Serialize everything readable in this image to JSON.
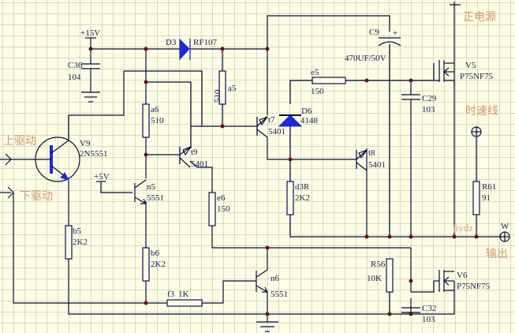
{
  "diagram": {
    "type": "electronic-schematic",
    "watermark": "jiydz",
    "colors": {
      "background": "#fdfde6",
      "grid": "#b8b8a0",
      "wire": "#0a0a40",
      "junction": "#6b1010",
      "diode_fill": "#1f2ad6",
      "chinese_label": "#d49a6a"
    },
    "power": {
      "v15": "+15V",
      "v5": "+5V"
    },
    "net_labels": {
      "pos_supply": "正电源",
      "speed_line": "时速线",
      "upper_drive": "上驱动",
      "lower_drive": "下驱动",
      "output": "输出",
      "output_pin": "W"
    },
    "components": {
      "c36": {
        "ref": "C36",
        "value": "104"
      },
      "d3": {
        "ref": "D3",
        "value": "RF107"
      },
      "a5": {
        "ref": "a5",
        "value": "510"
      },
      "c9": {
        "ref": "C9",
        "value": "470UF/50V",
        "polarity": "+"
      },
      "e5": {
        "ref": "e5",
        "value": "150"
      },
      "d6": {
        "ref": "D6",
        "value": "4148"
      },
      "v5": {
        "ref": "V5",
        "value": "P75NF75"
      },
      "c29": {
        "ref": "C29",
        "value": "103"
      },
      "a6": {
        "ref": "a6",
        "value": "510"
      },
      "t7": {
        "ref": "t7",
        "value": "5401"
      },
      "v9": {
        "ref": "V9",
        "value": "2N5551"
      },
      "t9": {
        "ref": "t9",
        "value": "5401"
      },
      "t8": {
        "ref": "t8",
        "value": "5401"
      },
      "n5": {
        "ref": "n5",
        "value": "5551"
      },
      "e6": {
        "ref": "e6",
        "value": "150"
      },
      "d3r": {
        "ref": "d3R",
        "value": "2K2"
      },
      "r61": {
        "ref": "R61",
        "value": "91"
      },
      "b5": {
        "ref": "b5",
        "value": "2K2"
      },
      "b6": {
        "ref": "b6",
        "value": "2K2"
      },
      "r56": {
        "ref": "R56",
        "value": "10K"
      },
      "v6": {
        "ref": "V6",
        "value": "P75NF75"
      },
      "n6": {
        "ref": "n6",
        "value": "5551"
      },
      "f3": {
        "ref": "f3",
        "value": "1K"
      },
      "c32": {
        "ref": "C32",
        "value": "103"
      }
    }
  }
}
